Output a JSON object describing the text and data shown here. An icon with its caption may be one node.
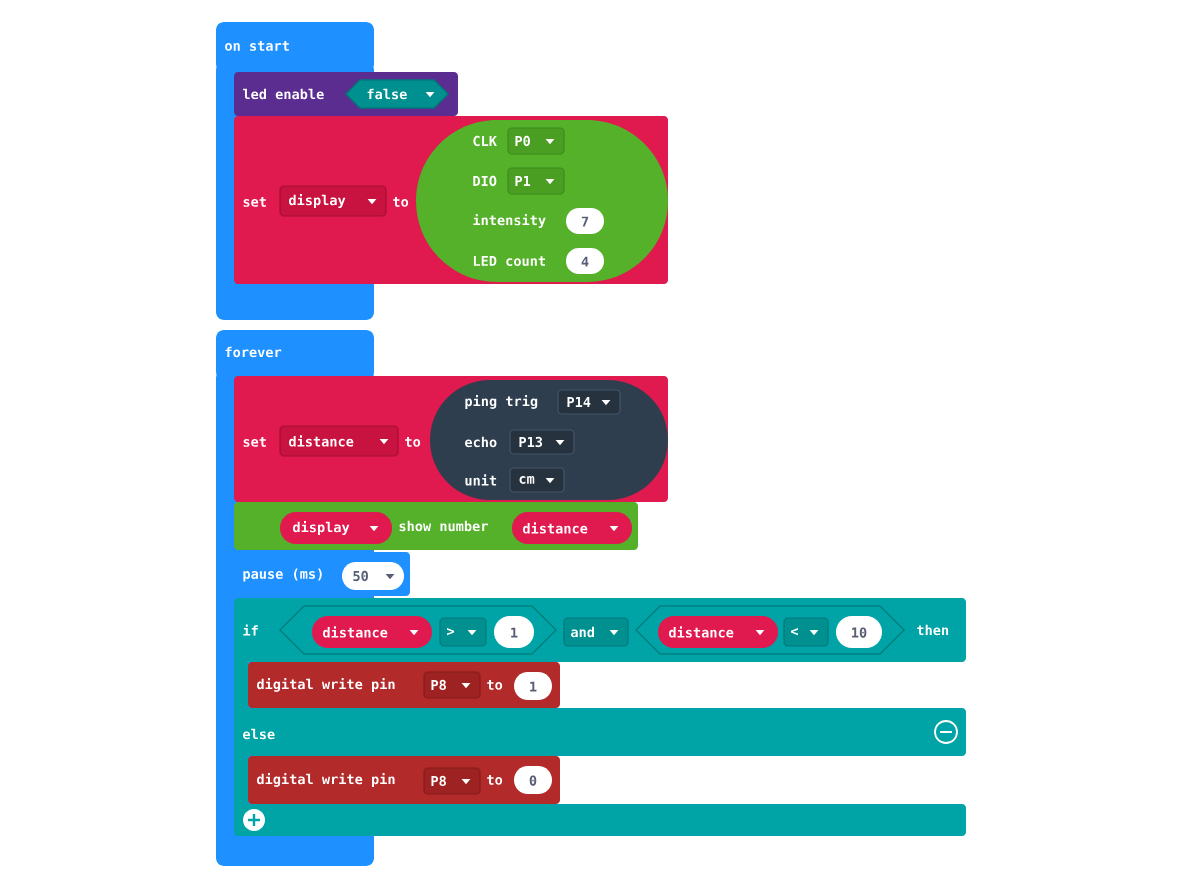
{
  "diagram": {
    "nodes": [
      {
        "text": [
          "on start"
        ]
      },
      {
        "text": [
          "led enable"
        ]
      },
      {
        "text": [
          "false"
        ],
        "in": 1
      },
      {
        "text": [
          "set",
          "to"
        ]
      },
      {
        "text": [
          "display"
        ],
        "in": 3
      },
      {
        "text": [
          "CLK",
          "DIO",
          "intensity",
          "LED count"
        ],
        "in": 3
      },
      {
        "text": [
          "P0"
        ],
        "in": 5
      },
      {
        "text": [
          "P1"
        ],
        "in": 5
      },
      {
        "text": [
          "7"
        ],
        "in": 5
      },
      {
        "text": [
          "4"
        ],
        "in": 5
      },
      {
        "text": [
          "forever"
        ]
      },
      {
        "text": [
          "set",
          "to"
        ]
      },
      {
        "text": [
          "distance"
        ],
        "in": 11
      },
      {
        "text": [
          "ping trig",
          "echo",
          "unit"
        ],
        "in": 11
      },
      {
        "text": [
          "P14"
        ],
        "in": 13
      },
      {
        "text": [
          "P13"
        ],
        "in": 13
      },
      {
        "text": [
          "cm"
        ],
        "in": 13
      },
      {
        "text": [
          "show number"
        ]
      },
      {
        "text": [
          "display"
        ],
        "in": 17
      },
      {
        "text": [
          "distance"
        ],
        "in": 17
      },
      {
        "text": [
          "pause (ms)"
        ]
      },
      {
        "text": [
          "50"
        ],
        "in": 20
      },
      {
        "text": [
          "if",
          "then",
          "else"
        ]
      },
      {
        "text": [],
        "shape": "hexagon",
        "in": 22
      },
      {
        "text": [
          "distance"
        ],
        "in": 23
      },
      {
        "text": [
          ">"
        ],
        "in": 23
      },
      {
        "text": [
          "1"
        ],
        "in": 23
      },
      {
        "text": [
          "and"
        ],
        "in": 22
      },
      {
        "text": [],
        "shape": "hexagon",
        "in": 22
      },
      {
        "text": [
          "distance"
        ],
        "in": 28
      },
      {
        "text": [
          "<"
        ],
        "in": 28
      },
      {
        "text": [
          "10"
        ],
        "in": 28
      },
      {
        "text": [
          "digital write pin",
          "to"
        ],
        "in": 22
      },
      {
        "text": [
          "P8"
        ],
        "in": 32
      },
      {
        "text": [
          "1"
        ],
        "in": 32
      },
      {
        "text": [
          "digital write pin",
          "to"
        ],
        "in": 22
      },
      {
        "text": [
          "P8"
        ],
        "in": 35
      },
      {
        "text": [
          "0"
        ],
        "in": 35
      }
    ]
  }
}
